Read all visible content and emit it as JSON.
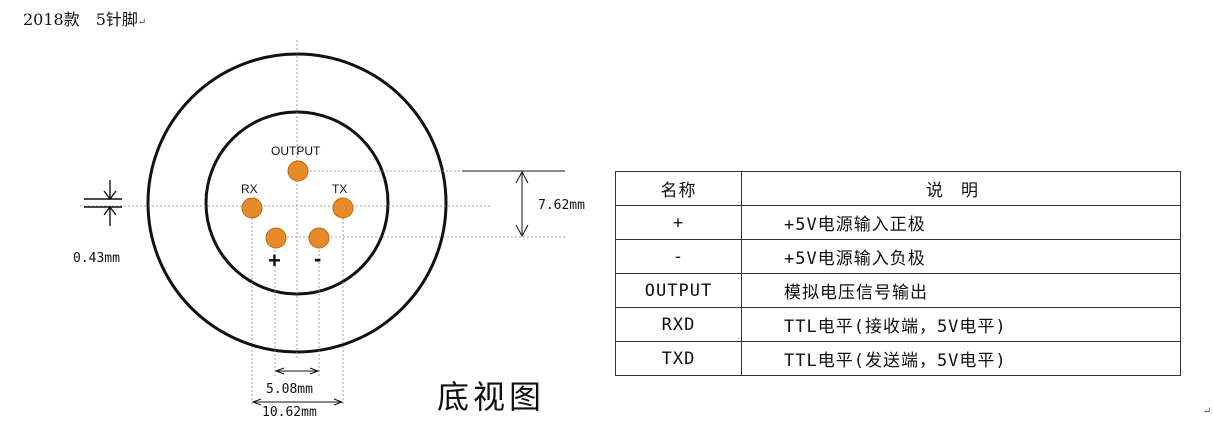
{
  "heading": "2018款　5针脚",
  "pins": {
    "output": "OUTPUT",
    "rx": "RX",
    "tx": "TX",
    "plus": "+",
    "minus": "-"
  },
  "dimensions": {
    "height_792": "7.62mm",
    "offset_043": "0.43mm",
    "width_508": "5.08mm",
    "width_1062": "10.62mm"
  },
  "view_title": "底视图",
  "table": {
    "headers": [
      "名称",
      "说明"
    ],
    "rows": [
      [
        "+",
        "+5V电源输入正极"
      ],
      [
        "-",
        "+5V电源输入负极"
      ],
      [
        "OUTPUT",
        "模拟电压信号输出"
      ],
      [
        "RXD",
        "TTL电平(接收端，5V电平)"
      ],
      [
        "TXD",
        "TTL电平(发送端，5V电平)"
      ]
    ]
  },
  "colors": {
    "pin_fill": "#e8892a",
    "pin_stroke": "#c06a12",
    "line": "#111111"
  },
  "icons": {
    "return_mark": "↵"
  }
}
